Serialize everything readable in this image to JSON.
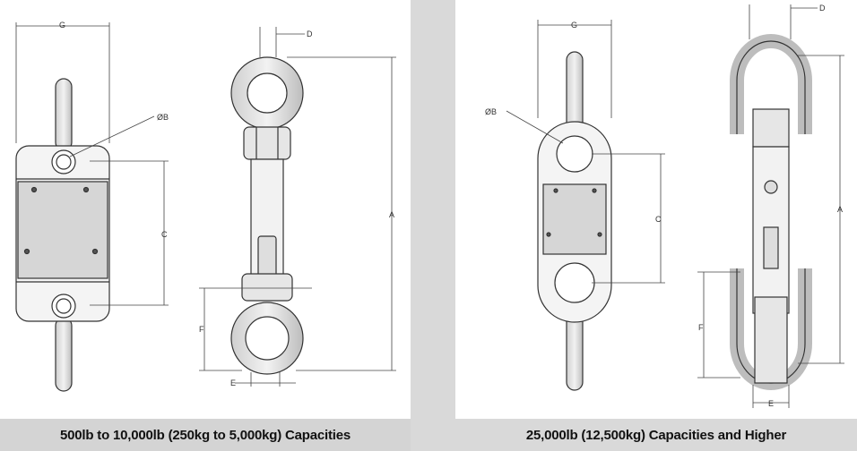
{
  "captions": {
    "left": "500lb to 10,000lb (250kg to 5,000kg) Capacities",
    "right": "25,000lb (12,500kg) Capacities and Higher"
  },
  "left_labels": {
    "g": "G",
    "b": "ØB",
    "c": "C",
    "d": "D",
    "a": "A",
    "f": "F",
    "e": "E"
  },
  "right_labels": {
    "g": "G",
    "b": "ØB",
    "c": "C",
    "d": "D",
    "a": "A",
    "f": "F",
    "e": "E"
  }
}
